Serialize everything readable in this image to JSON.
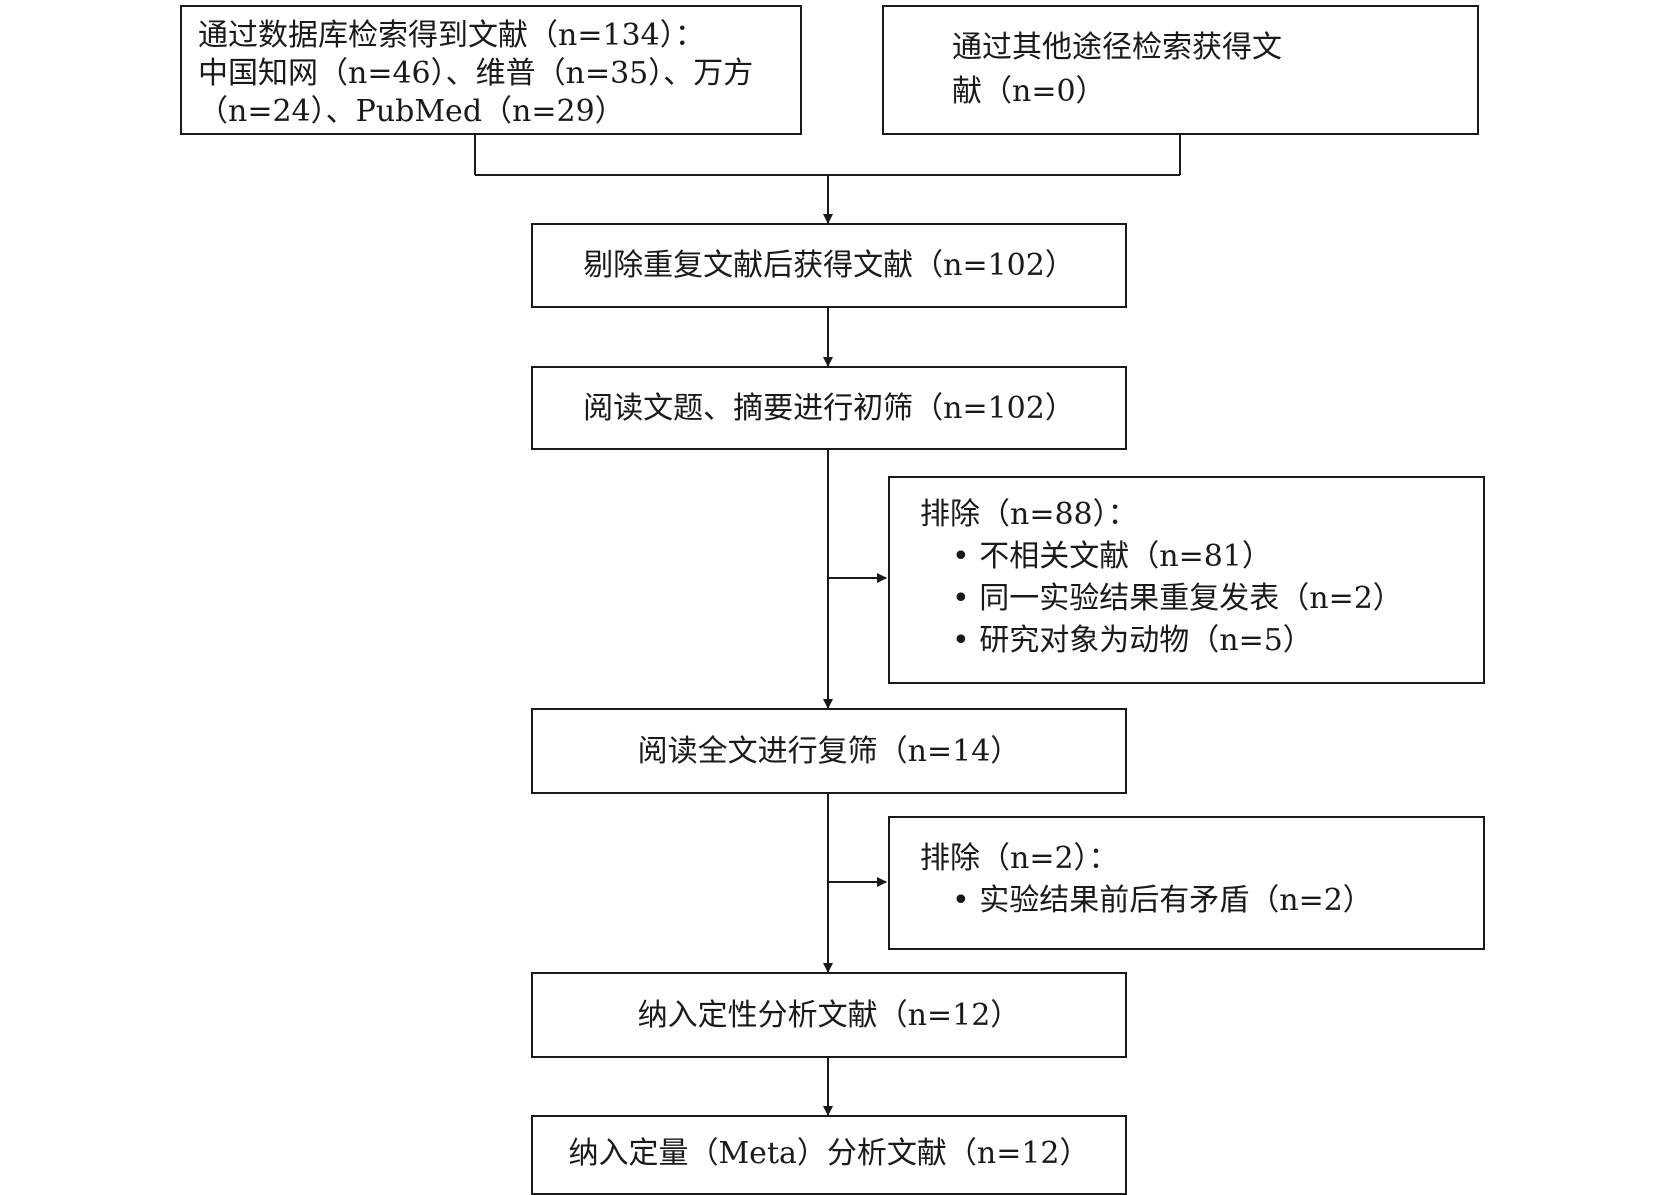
{
  "boxes": {
    "database_search": {
      "line1": "通过数据库检索得到文献（n=134）：",
      "line2": "中国知网（n=46）、维普（n=35）、万方",
      "line3": "（n=24）、PubMed（n=29）"
    },
    "other_search": {
      "line1": "通过其他途径检索获得文",
      "line2": "献（n=0）"
    },
    "dedup": "剔除重复文献后获得文献（n=102）",
    "title_abstract_screen": "阅读文题、摘要进行初筛（n=102）",
    "exclusion_1": {
      "heading": "排除（n=88）：",
      "items": [
        "不相关文献（n=81）",
        "同一实验结果重复发表（n=2）",
        "研究对象为动物（n=5）"
      ]
    },
    "fulltext_screen": "阅读全文进行复筛（n=14）",
    "exclusion_2": {
      "heading": "排除（n=2）：",
      "items": [
        "实验结果前后有矛盾（n=2）"
      ]
    },
    "qualitative": "纳入定性分析文献（n=12）",
    "quantitative": "纳入定量（Meta）分析文献（n=12）"
  },
  "bullet_symbol": "•"
}
